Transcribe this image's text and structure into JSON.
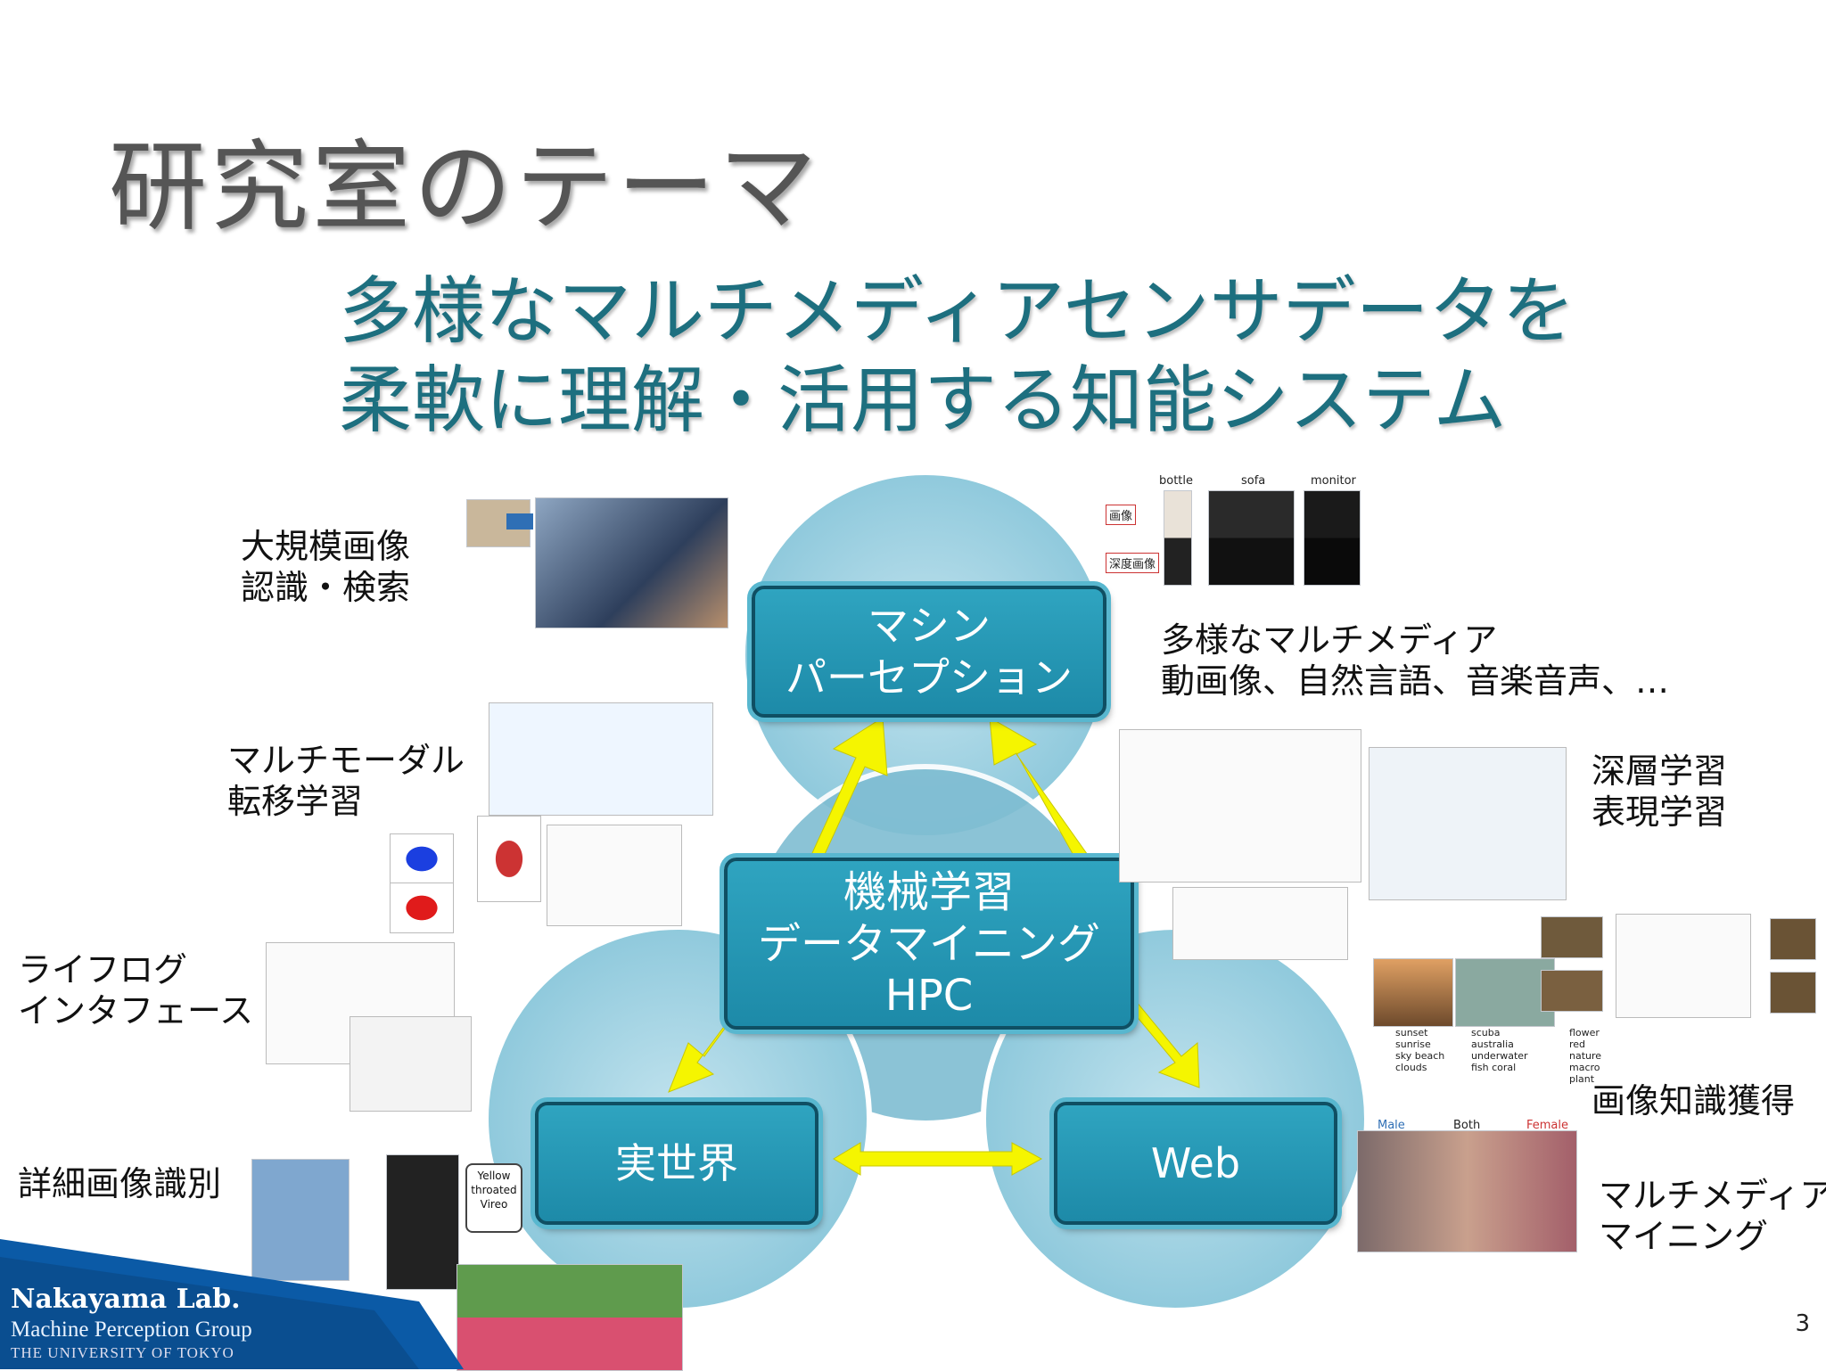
{
  "slide": {
    "title": "研究室のテーマ",
    "subtitle_line1": "多様なマルチメディアセンサデータを",
    "subtitle_line2": "柔軟に理解・活用する知能システム",
    "page_number": "3"
  },
  "diagram": {
    "top_box": [
      "マシン",
      "パーセプション"
    ],
    "center_box": [
      "機械学習",
      "データマイニング",
      "HPC"
    ],
    "left_box": "実世界",
    "right_box": "Web"
  },
  "labels": {
    "large_scale": [
      "大規模画像",
      "認識・検索"
    ],
    "multimodal": [
      "マルチモーダル",
      "転移学習"
    ],
    "lifelog": [
      "ライフログ",
      "インタフェース"
    ],
    "fine_grained": "詳細画像識別",
    "multimedia_diverse": [
      "多様なマルチメディア",
      "動画像、自然言語、音楽音声、…"
    ],
    "deep_learning": [
      "深層学習",
      "表現学習"
    ],
    "image_knowledge": "画像知識獲得",
    "multimedia_mining": [
      "マルチメディア",
      "マイニング"
    ]
  },
  "mini_texts": {
    "top_right_cols": [
      "bottle",
      "sofa",
      "monitor"
    ],
    "top_right_rows": [
      "画像",
      "深度画像"
    ],
    "tags_1": "sunset sunrise sky beach clouds",
    "tags_2": "scuba australia underwater fish coral",
    "tags_3": "flower red nature macro plant",
    "gender_cols": [
      "Male",
      "Both",
      "Female"
    ],
    "vireo": "Yellow throated Vireo"
  },
  "footer": {
    "lab_name": "Nakayama Lab.",
    "group": "Machine Perception Group",
    "university": "THE UNIVERSITY OF TOKYO"
  },
  "colors": {
    "accent": "#1d8aa8",
    "circle": "#a9d6e4",
    "arrow": "#f5f500",
    "subtitle": "#1d6f7f"
  }
}
